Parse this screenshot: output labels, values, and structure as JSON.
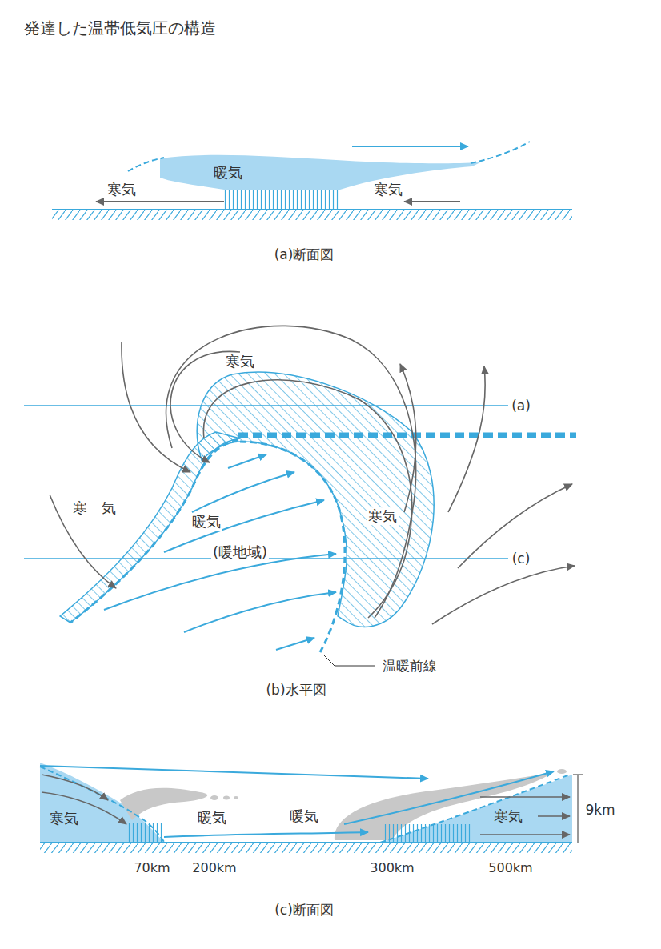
{
  "diagram": {
    "title": "発達した温帯低気圧の構造",
    "labels": [
      "暖気",
      "寒気",
      "寒気",
      "(a)断面図",
      "寒気",
      "(a)",
      "寒　気",
      "暖気",
      "(暖地域)",
      "寒気",
      "(c)",
      "温暖前線",
      "(b)水平図",
      "寒気",
      "暖気",
      "暖気",
      "寒気",
      "9km",
      "70km",
      "200km",
      "300km",
      "500km",
      "(c)断面図"
    ]
  }
}
